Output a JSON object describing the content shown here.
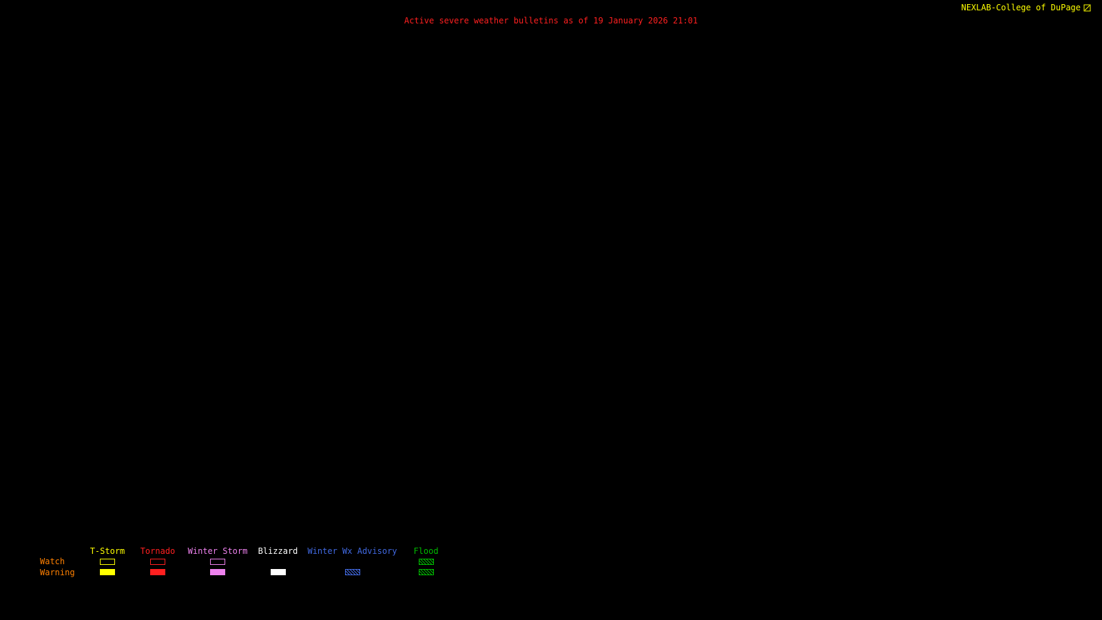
{
  "header": {
    "title": "Active severe weather bulletins as of 19 January 2026 21:01",
    "title_color": "#ff2020",
    "brand": "NEXLAB-College of DuPage",
    "brand_color": "#ffff00"
  },
  "colors": {
    "background": "#000000",
    "row_label": "#ff8000"
  },
  "legend": {
    "row_labels": {
      "watch": "Watch",
      "warning": "Warning"
    },
    "items": [
      {
        "label": "T-Storm",
        "color": "#ffff00",
        "watch": "outline",
        "warning": "filled"
      },
      {
        "label": "Tornado",
        "color": "#ff2020",
        "watch": "outline",
        "warning": "filled"
      },
      {
        "label": "Winter Storm",
        "color": "#ee82ee",
        "watch": "outline",
        "warning": "filled"
      },
      {
        "label": "Blizzard",
        "color": "#ffffff",
        "watch": "none",
        "warning": "filled"
      },
      {
        "label": "Winter Wx Advisory",
        "color": "#4169e1",
        "watch": "none",
        "warning": "hatched"
      },
      {
        "label": "Flood",
        "color": "#00bb00",
        "watch": "hatched",
        "warning": "hatched"
      }
    ]
  }
}
